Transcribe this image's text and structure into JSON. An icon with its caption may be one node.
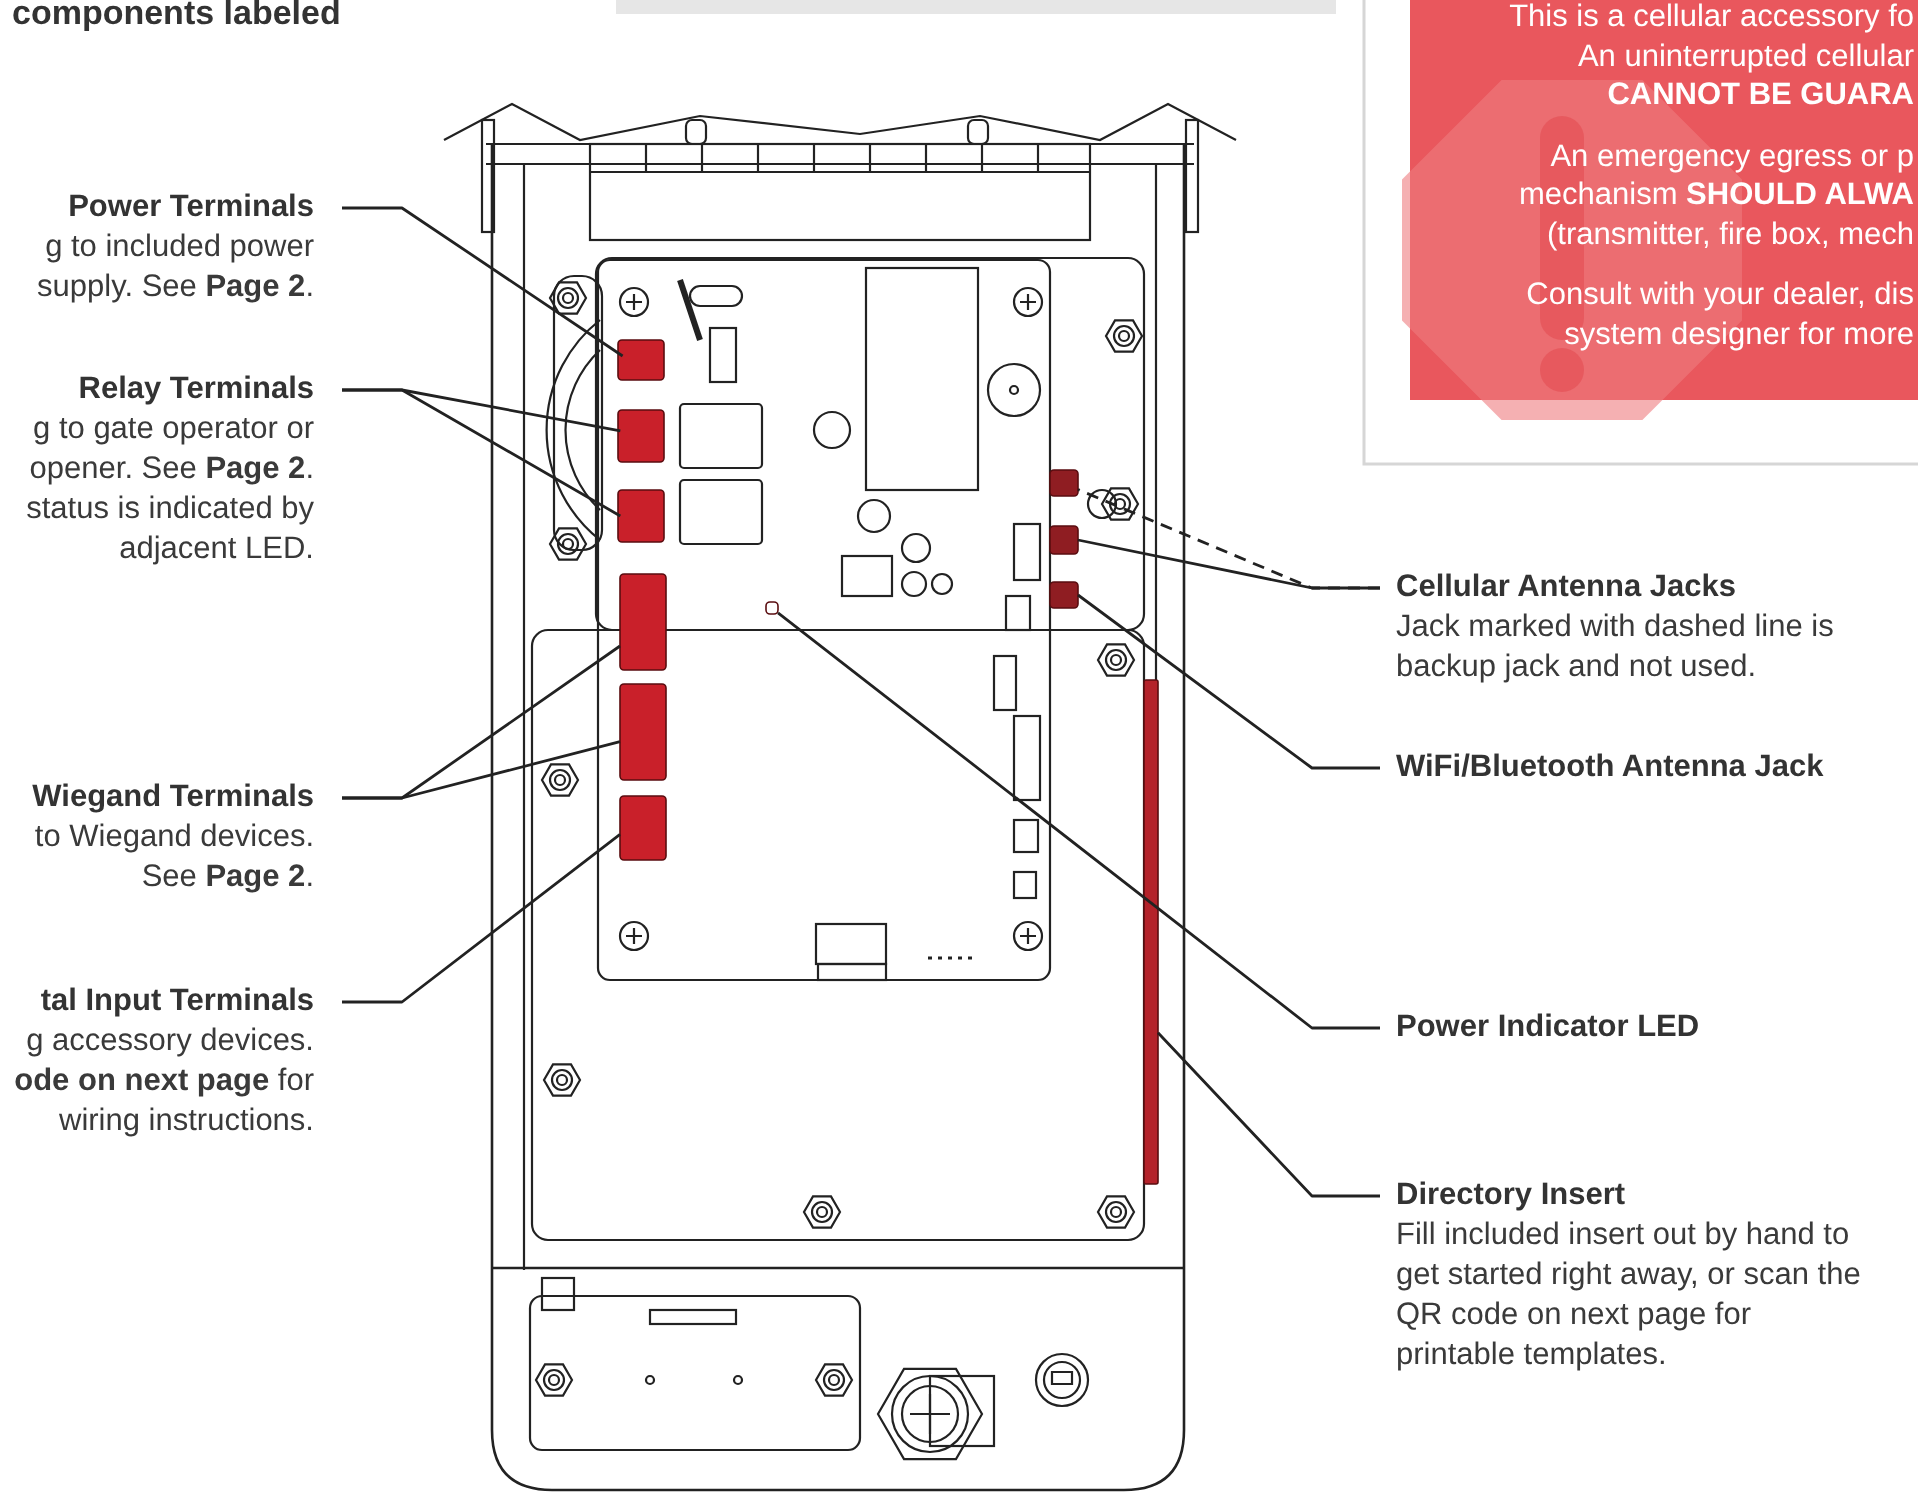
{
  "diagram": {
    "title": "components labeled",
    "nodes": [
      {
        "text": [
          "Power Terminals",
          "g to included power supply. See **Page 2**."
        ]
      },
      {
        "text": [
          "Relay Terminals",
          "g to gate operator or opener. See **Page 2**. status is indicated by adjacent LED."
        ]
      },
      {
        "text": [
          "Wiegand Terminals",
          "to Wiegand devices. See **Page 2**."
        ]
      },
      {
        "text": [
          "tal Input Terminals",
          "g accessory devices. **ode on next page** for wiring instructions."
        ]
      },
      {
        "text": [
          "Cellular Antenna Jacks",
          "Jack marked with dashed line is backup jack and not used."
        ]
      },
      {
        "text": [
          "WiFi/Bluetooth Antenna Jack"
        ]
      },
      {
        "text": [
          "Power Indicator LED"
        ]
      },
      {
        "text": [
          "Directory Insert",
          "Fill included insert out by hand to get started right away, or scan the QR code on next page for printable templates."
        ]
      },
      {
        "text": [],
        "shape": "box"
      },
      {
        "text": [],
        "shape": "box"
      },
      {
        "text": [],
        "shape": "box"
      },
      {
        "text": [],
        "shape": "box"
      },
      {
        "text": [],
        "shape": "box"
      },
      {
        "text": [],
        "shape": "box"
      },
      {
        "text": [],
        "shape": "box"
      },
      {
        "text": [],
        "shape": "box"
      },
      {
        "text": [],
        "shape": "box"
      },
      {
        "text": [],
        "shape": "box"
      },
      {
        "text": [],
        "shape": "bar"
      },
      {
        "text": [
          "This is a cellular accessory fo An uninterrupted cellular **CANNOT BE GUARA**",
          "An emergency egress or p mechanism **SHOULD ALWA** (transmitter, fire box, mech",
          "Consult with your dealer, dis system designer for more"
        ]
      }
    ],
    "edges": [
      {
        "from": 0,
        "to": 8,
        "arrow": "none"
      },
      {
        "from": 1,
        "to": 9,
        "arrow": "none"
      },
      {
        "from": 1,
        "to": 10,
        "arrow": "none"
      },
      {
        "from": 2,
        "to": 11,
        "arrow": "none"
      },
      {
        "from": 2,
        "to": 12,
        "arrow": "none"
      },
      {
        "from": 3,
        "to": 13,
        "arrow": "none"
      },
      {
        "from": 4,
        "to": 14,
        "arrow": "none",
        "style": "dashed"
      },
      {
        "from": 4,
        "to": 15,
        "arrow": "none"
      },
      {
        "from": 5,
        "to": 16,
        "arrow": "none"
      },
      {
        "from": 6,
        "to": 17,
        "arrow": "none"
      },
      {
        "from": 7,
        "to": 18,
        "arrow": "none"
      }
    ]
  }
}
